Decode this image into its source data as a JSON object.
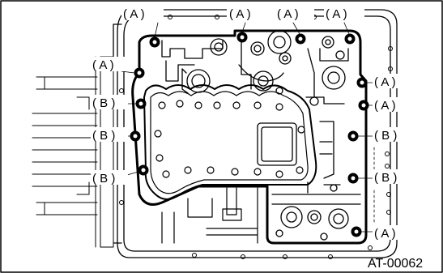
{
  "figure_id": "AT-00062",
  "callouts": [
    {
      "id": "a1",
      "text": "( A )"
    },
    {
      "id": "a2",
      "text": "( A )"
    },
    {
      "id": "a3",
      "text": "( A )"
    },
    {
      "id": "a4",
      "text": "( A )"
    },
    {
      "id": "a5",
      "text": "( A )"
    },
    {
      "id": "a6",
      "text": "( A )"
    },
    {
      "id": "a7",
      "text": "( A )"
    },
    {
      "id": "a8",
      "text": "( A )"
    },
    {
      "id": "b1",
      "text": "( B )"
    },
    {
      "id": "b2",
      "text": "( B )"
    },
    {
      "id": "b3",
      "text": "( B )"
    },
    {
      "id": "b4",
      "text": "( B )"
    },
    {
      "id": "b5",
      "text": "( B )"
    }
  ]
}
